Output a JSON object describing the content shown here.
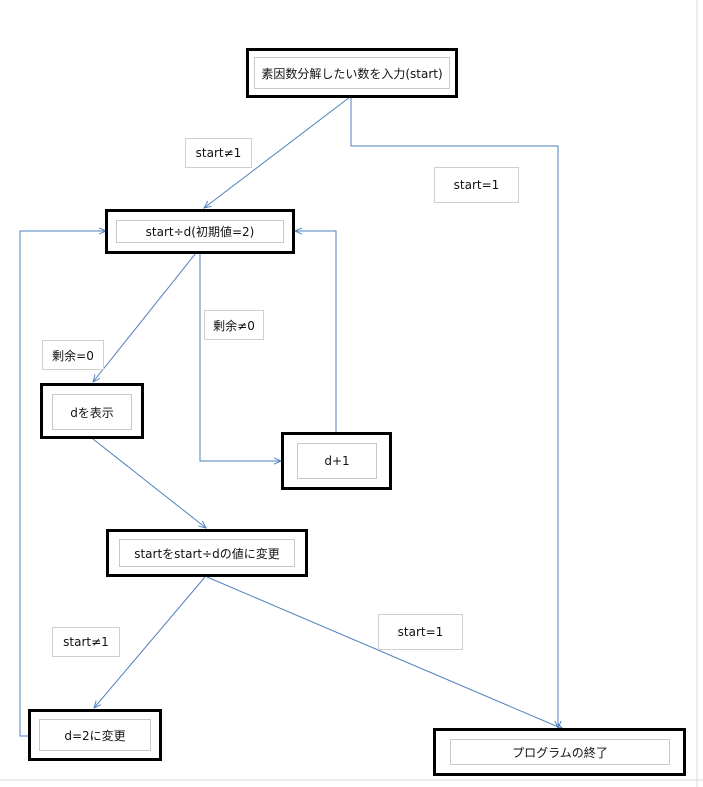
{
  "nodes": {
    "input": "素因数分解したい数を入力(start)",
    "divide": "start÷d(初期値=2)",
    "show_d": "dを表示",
    "increment": "d+1",
    "update_start": "startをstart÷dの値に変更",
    "reset_d": "d=2に変更",
    "end": "プログラムの終了"
  },
  "edge_labels": {
    "input_to_divide": "start≠1",
    "input_to_end": "start=1",
    "remainder_zero": "剰余=0",
    "remainder_nonzero": "剰余≠0",
    "update_to_reset": "start≠1",
    "update_to_end": "start=1"
  },
  "colors": {
    "edge": "#4f81bd",
    "node_border": "#000000",
    "label_border": "#cfcfcf"
  }
}
